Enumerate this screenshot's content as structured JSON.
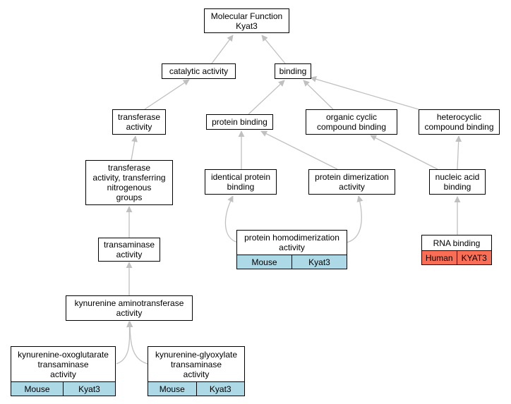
{
  "colors": {
    "mouse_bg": "#add8e6",
    "human_bg": "#fa6e55",
    "edge": "#c0c0c0"
  },
  "nodes": {
    "root": "Molecular Function\nKyat3",
    "catalytic": "catalytic activity",
    "binding": "binding",
    "transferase": "transferase\nactivity",
    "protein_binding": "protein binding",
    "organic_cyclic": "organic cyclic\ncompound binding",
    "heterocyclic": "heterocyclic\ncompound binding",
    "transferase_nitrogenous": "transferase\nactivity, transferring\nnitrogenous\ngroups",
    "identical_protein": "identical protein\nbinding",
    "protein_dimerization": "protein dimerization\nactivity",
    "nucleic_acid": "nucleic acid\nbinding",
    "protein_homodimerization": {
      "label": "protein homodimerization\nactivity",
      "species": "Mouse",
      "gene": "Kyat3"
    },
    "rna_binding": {
      "label": "RNA binding",
      "species": "Human",
      "gene": "KYAT3"
    },
    "transaminase": "transaminase\nactivity",
    "kynurenine_aminotransferase": "kynurenine aminotransferase\nactivity",
    "kyn_oxoglutarate": {
      "label": "kynurenine-oxoglutarate\ntransaminase\nactivity",
      "species": "Mouse",
      "gene": "Kyat3"
    },
    "kyn_glyoxylate": {
      "label": "kynurenine-glyoxylate\ntransaminase\nactivity",
      "species": "Mouse",
      "gene": "Kyat3"
    }
  }
}
